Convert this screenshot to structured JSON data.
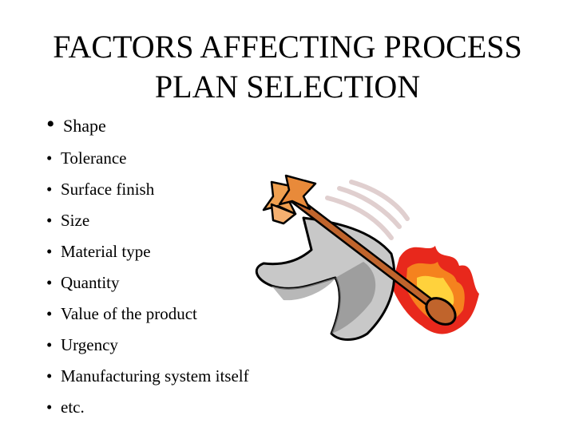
{
  "slide": {
    "title_line1": "FACTORS AFFECTING PROCESS",
    "title_line2": "PLAN SELECTION",
    "bullet_symbol": "•",
    "bullets": [
      "Shape",
      "Tolerance",
      "Surface finish",
      "Size",
      "Material type",
      "Quantity",
      "Value of the product",
      "Urgency",
      "Manufacturing system itself",
      "etc."
    ]
  },
  "clipart": {
    "icon": "flaming-arrow-through-axe-icon",
    "colors": {
      "blade": "#c8c8c8",
      "blade_shadow": "#8c8c8c",
      "shaft": "#c0642c",
      "flame_outer": "#e8281c",
      "flame_inner": "#ffd23c",
      "feathers": "#f0a050"
    }
  }
}
